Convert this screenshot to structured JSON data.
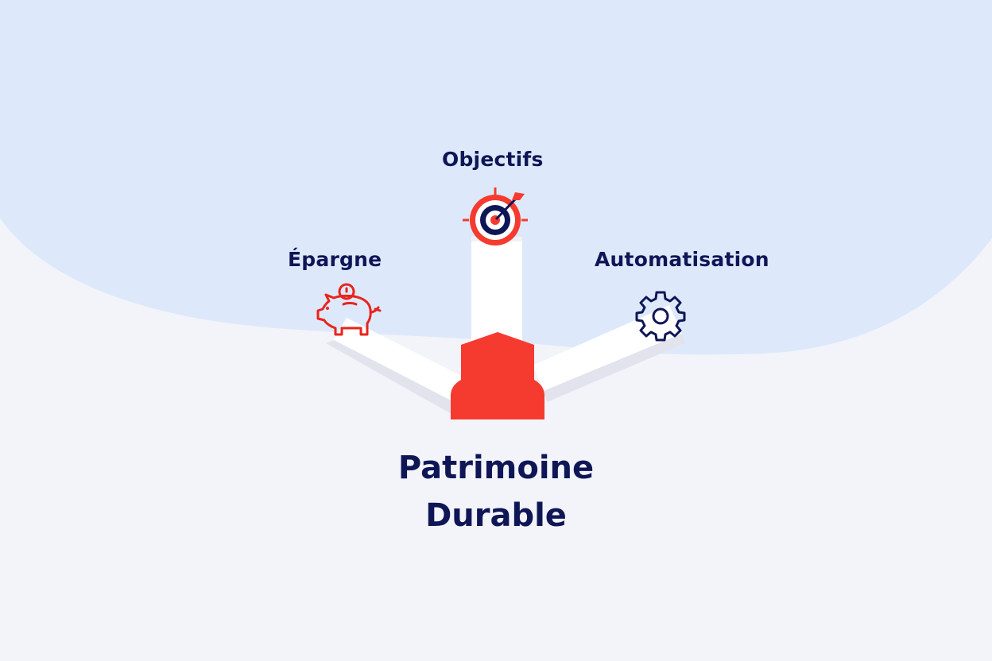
{
  "diagram": {
    "center": {
      "title_line1": "Patrimoine",
      "title_line2": "Durable",
      "shape": "red-house-block",
      "color": "#f53b2f"
    },
    "branches": [
      {
        "label": "Objectifs",
        "icon": "target-icon",
        "position": "top"
      },
      {
        "label": "Épargne",
        "icon": "piggy-bank-icon",
        "position": "left"
      },
      {
        "label": "Automatisation",
        "icon": "gear-icon",
        "position": "right"
      }
    ]
  },
  "colors": {
    "text": "#0f1656",
    "accent_red": "#f53b2f",
    "background": "#f3f4fa",
    "blob": "#dde9fb",
    "arm": "#ffffff",
    "arm_shadow": "#e2e3ec"
  }
}
